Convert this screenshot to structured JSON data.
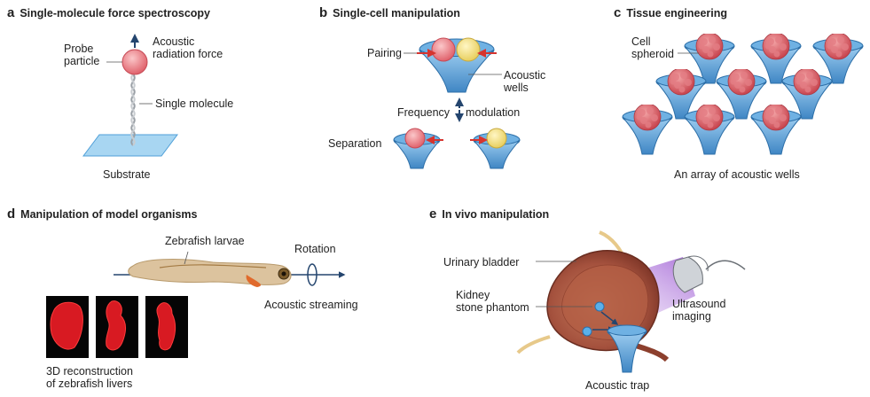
{
  "panels": {
    "a": {
      "letter": "a",
      "title": "Single-molecule force spectroscopy",
      "labels": {
        "probe": "Probe\nparticle",
        "force": "Acoustic\nradiation force",
        "molecule": "Single molecule",
        "substrate": "Substrate"
      }
    },
    "b": {
      "letter": "b",
      "title": "Single-cell manipulation",
      "labels": {
        "pairing": "Pairing",
        "wells": "Acoustic\nwells",
        "frequency": "Frequency",
        "modulation": "modulation",
        "separation": "Separation"
      }
    },
    "c": {
      "letter": "c",
      "title": "Tissue engineering",
      "labels": {
        "spheroid": "Cell\nspheroid",
        "array": "An array of acoustic wells"
      }
    },
    "d": {
      "letter": "d",
      "title": "Manipulation of model organisms",
      "labels": {
        "larvae": "Zebrafish larvae",
        "rotation": "Rotation",
        "streaming": "Acoustic streaming",
        "livers": "3D reconstruction\nof zebrafish livers"
      }
    },
    "e": {
      "letter": "e",
      "title": "In vivo manipulation",
      "labels": {
        "bladder": "Urinary bladder",
        "kidney": "Kidney\nstone phantom",
        "ultrasound": "Ultrasound\nimaging",
        "trap": "Acoustic trap"
      }
    }
  },
  "colors": {
    "well": "#4f9fd8",
    "well_dark": "#2d6fa8",
    "cell": "#ef8f9a",
    "cell_yellow": "#f3e38a",
    "spheroid": "#d9636c",
    "arrow": "#d6342f",
    "liver": "#e01c28",
    "fish": "#d9b98e",
    "bladder": "#a8533d",
    "ultrasound": "#b07ad8"
  },
  "icons": [
    "force-arrow-icon",
    "frequency-arrow-icon",
    "rotation-icon",
    "ultrasound-probe-icon"
  ]
}
